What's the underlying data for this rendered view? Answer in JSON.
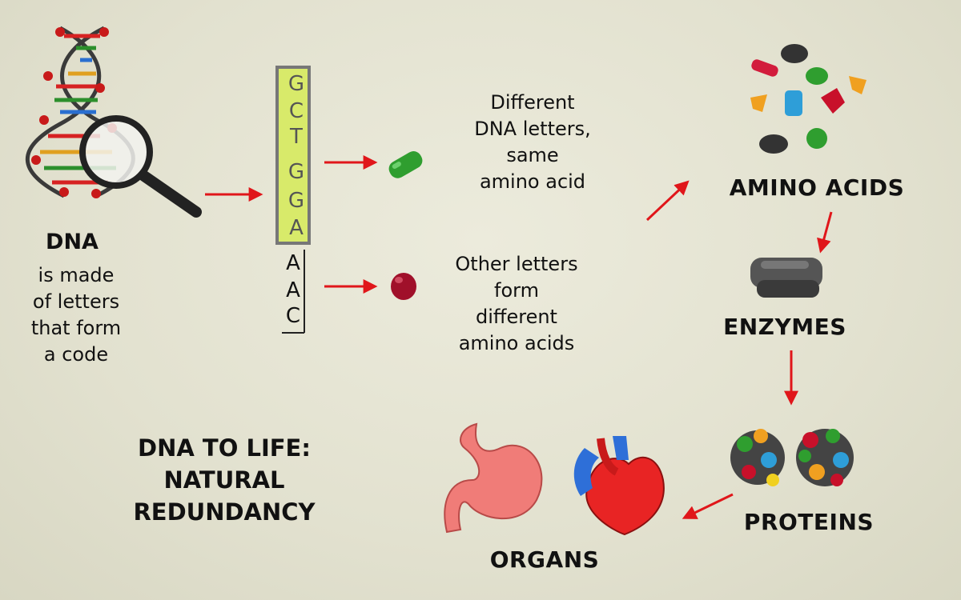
{
  "dna": {
    "title": "DNA",
    "description_lines": [
      "is made",
      "of letters",
      "that form",
      "a code"
    ]
  },
  "codons": {
    "boxed_letters": [
      "G",
      "C",
      "T",
      "G",
      "G",
      "A"
    ],
    "unboxed_letters": [
      "A",
      "A",
      "C"
    ]
  },
  "captions": {
    "same": [
      "Different",
      "DNA letters,",
      "same",
      "amino acid"
    ],
    "different": [
      "Other letters",
      "form",
      "different",
      "amino acids"
    ]
  },
  "labels": {
    "amino_acids": "AMINO ACIDS",
    "enzymes": "ENZYMES",
    "proteins": "PROTEINS",
    "organs": "ORGANS"
  },
  "title_lines": [
    "DNA TO LIFE:",
    "NATURAL",
    "REDUNDANCY"
  ],
  "colors": {
    "arrow": "#e0161a",
    "codon_highlight": "#d8ea6a",
    "green_amino": "#2f9e2f",
    "red_amino": "#a0102a"
  }
}
